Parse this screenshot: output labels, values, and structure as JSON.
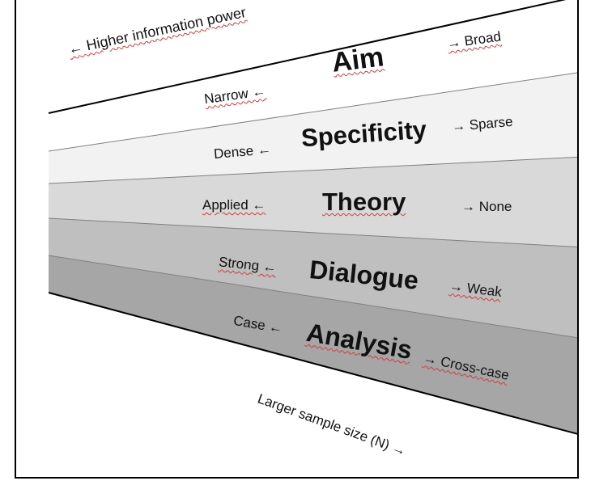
{
  "header": {
    "text": "← Higher information power"
  },
  "footer": {
    "text": "Larger sample size (N) →"
  },
  "bands": [
    {
      "title": "Aim",
      "left": "Narrow ←",
      "right": "→ Broad",
      "fill": "#ffffff"
    },
    {
      "title": "Specificity",
      "left": "Dense ←",
      "right": "→ Sparse",
      "fill": "#f2f2f2"
    },
    {
      "title": "Theory",
      "left": "Applied ←",
      "right": "→ None",
      "fill": "#d9d9d9"
    },
    {
      "title": "Dialogue",
      "left": "Strong ←",
      "right": "→ Weak",
      "fill": "#bfbfbf"
    },
    {
      "title": "Analysis",
      "left": "Case ←",
      "right": "→ Cross-case",
      "fill": "#a6a6a6"
    }
  ],
  "colors": {
    "line": "#000000",
    "divider": "#808080",
    "underline": "#d23a3a"
  }
}
